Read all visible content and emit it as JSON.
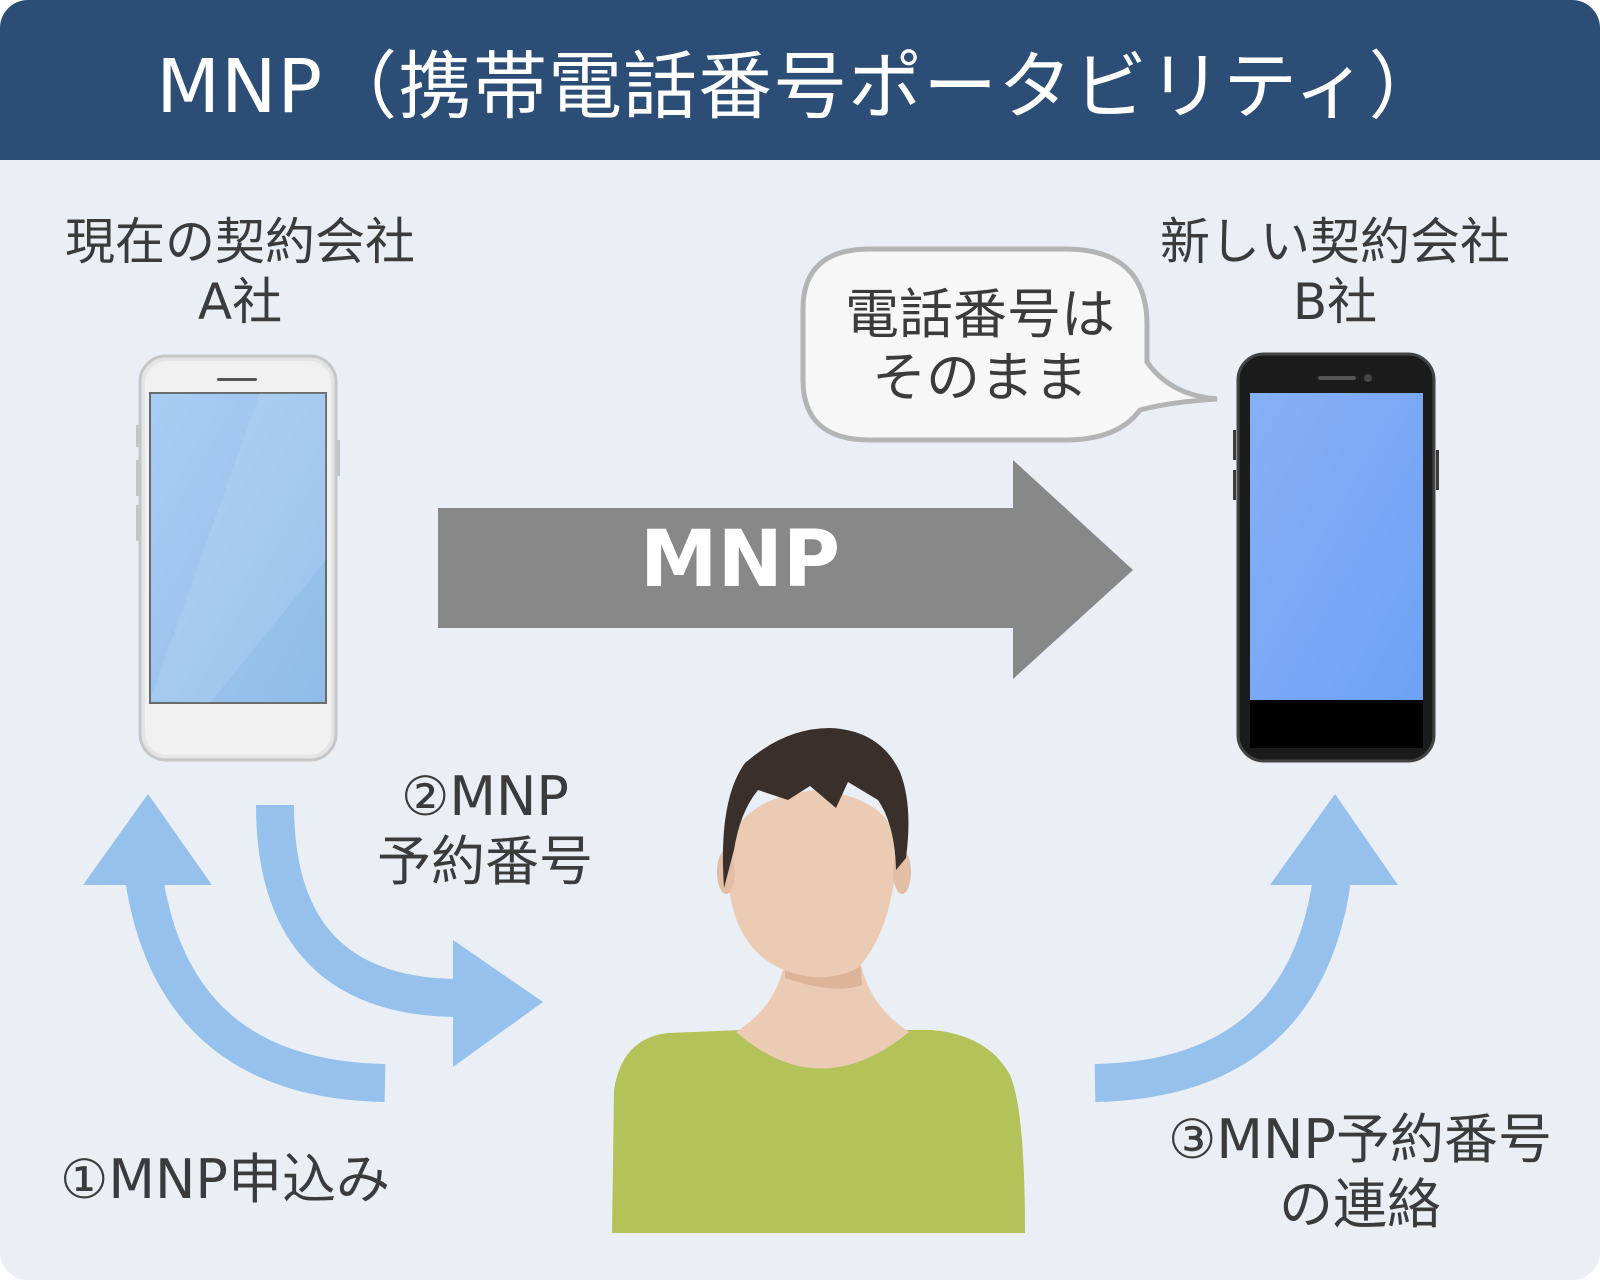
{
  "title": "MNP（携帯電話番号ポータビリティ）",
  "current_carrier": {
    "line1": "現在の契約会社",
    "line2": "A社"
  },
  "new_carrier": {
    "line1": "新しい契約会社",
    "line2": "B社"
  },
  "speech_bubble": {
    "line1": "電話番号は",
    "line2": "そのまま"
  },
  "main_arrow_label": "MNP",
  "steps": {
    "step1": "①MNP申込み",
    "step2": {
      "line1": "②MNP",
      "line2": "予約番号"
    },
    "step3": {
      "line1": "③MNP予約番号",
      "line2": "の連絡"
    }
  },
  "colors": {
    "header": "#2c4e76",
    "background": "#eaeff6",
    "main_arrow": "#888888",
    "step_arrows": "#96c1ec",
    "shirt": "#b3c259",
    "skin": "#eccbb5",
    "hair": "#3a302b"
  }
}
